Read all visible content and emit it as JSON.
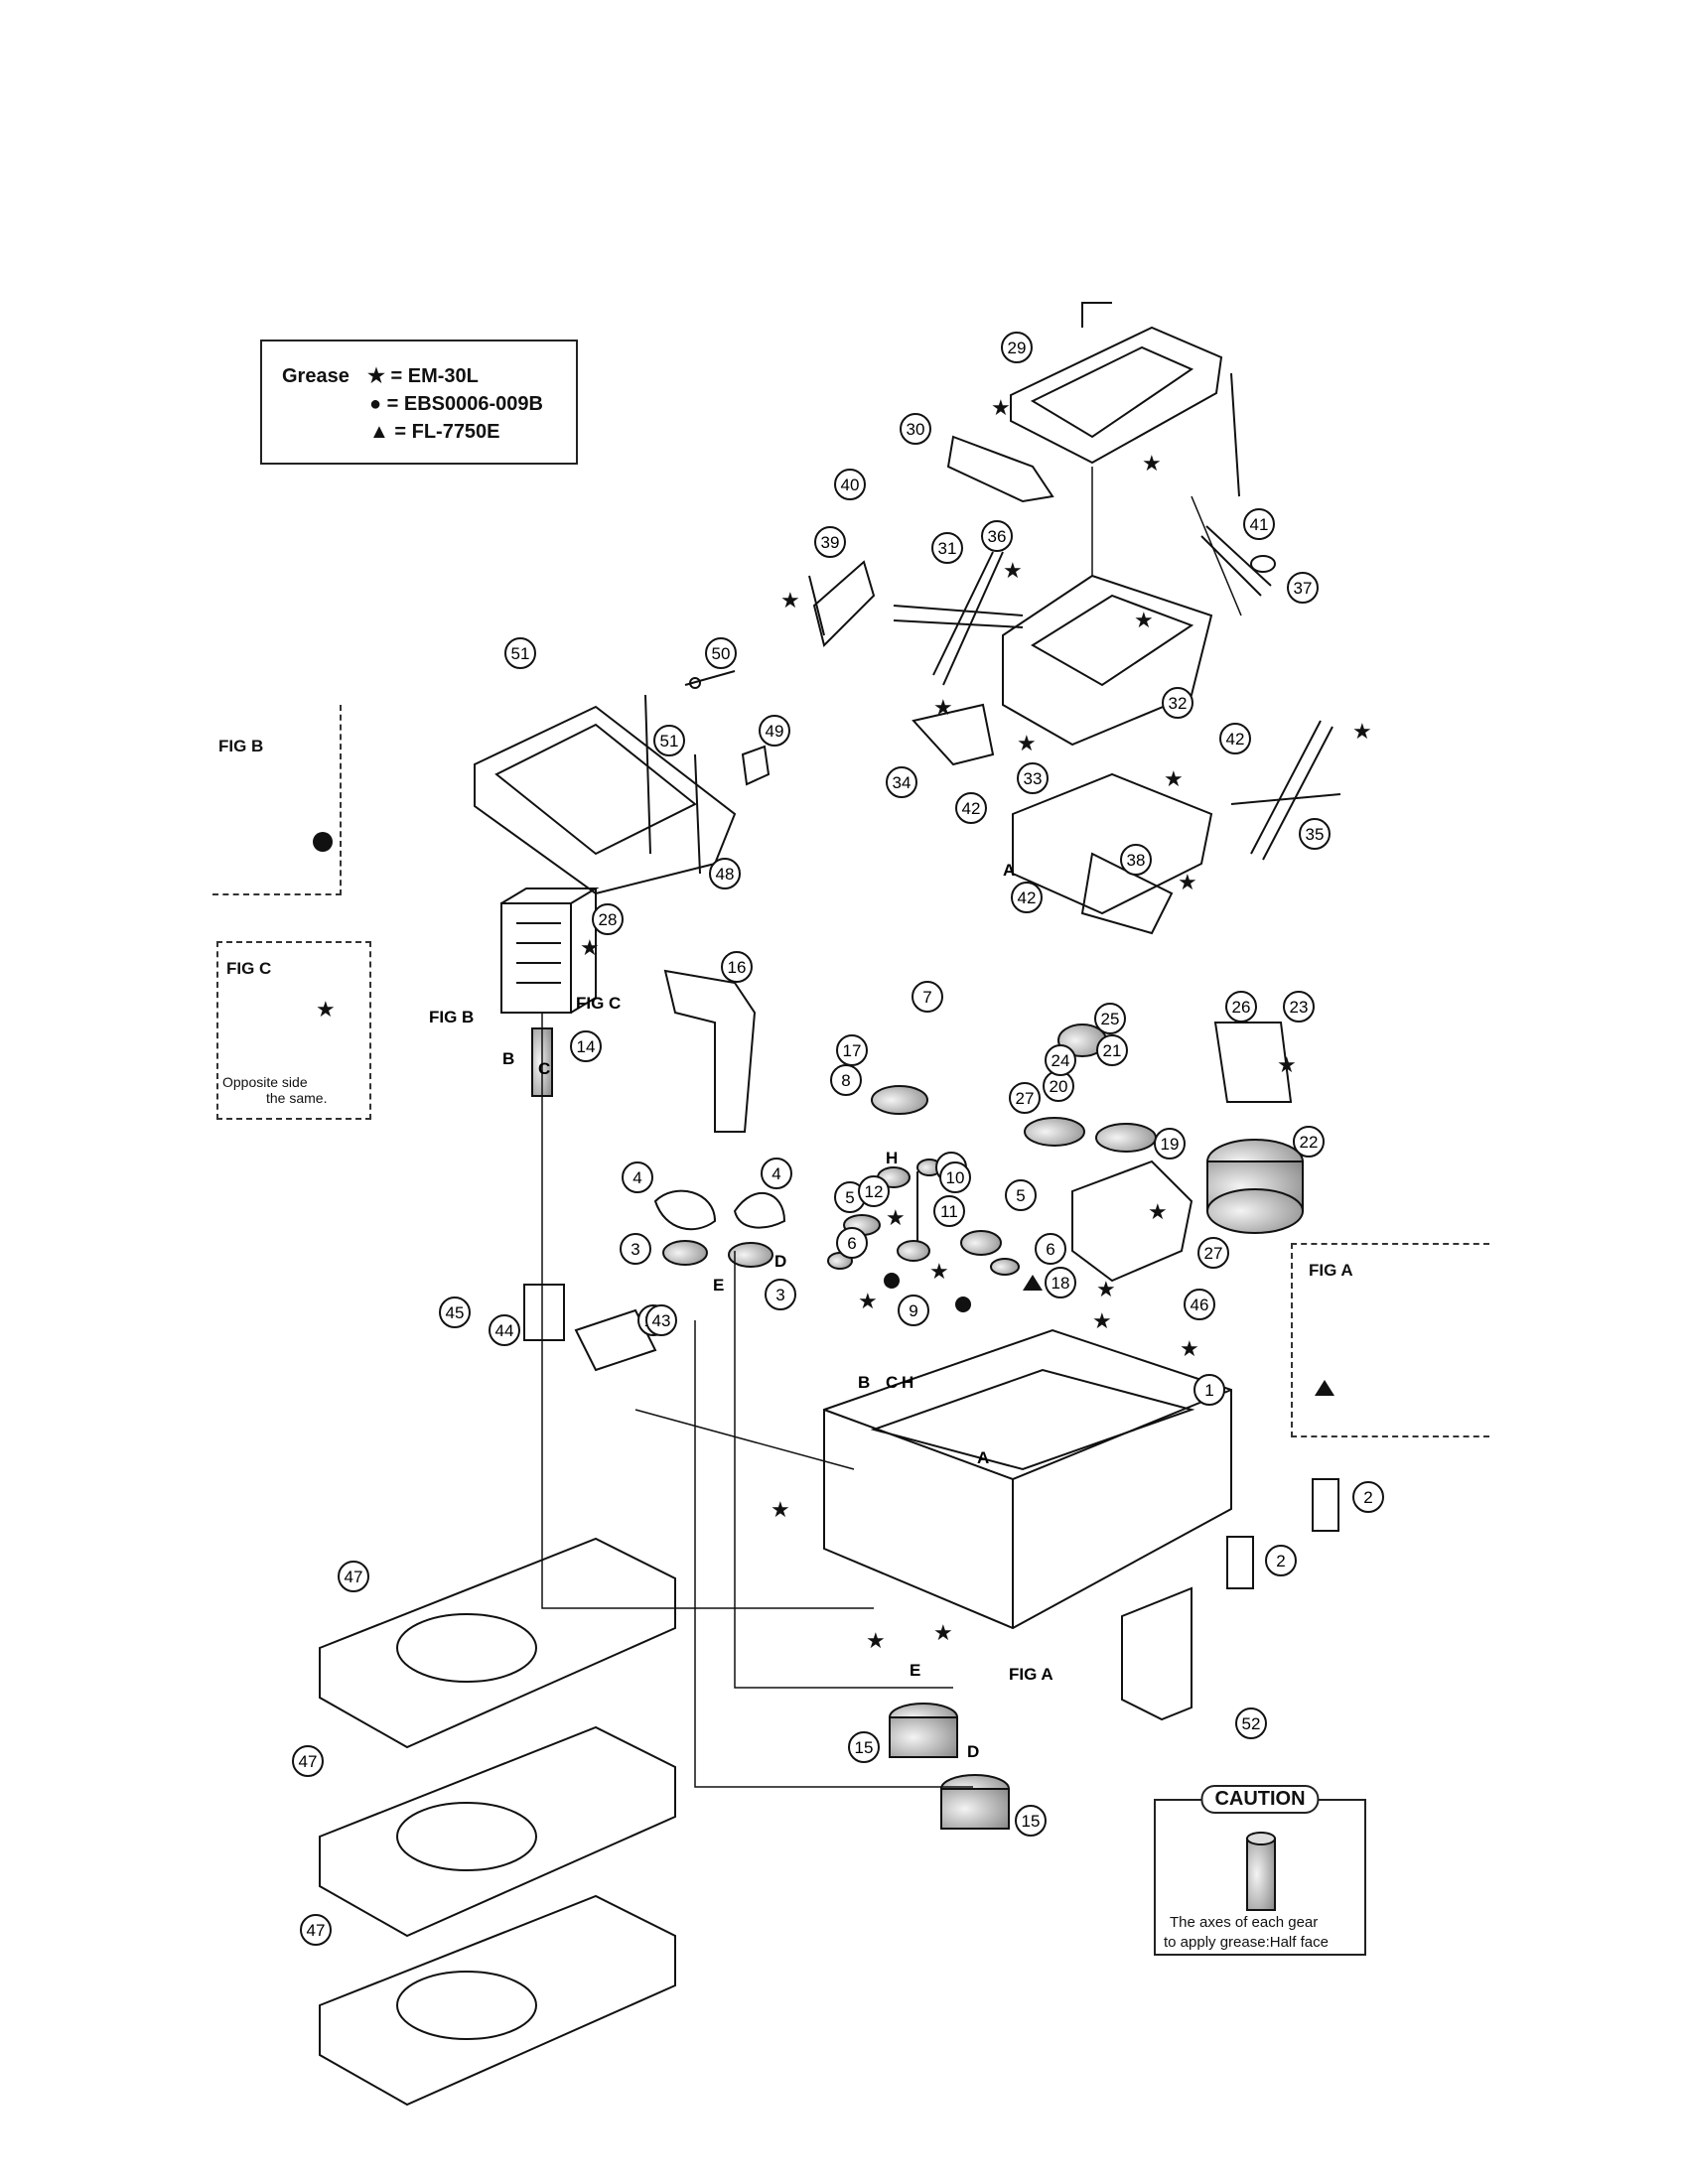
{
  "legend": {
    "title": "Grease",
    "entries": [
      {
        "symbol": "star-icon",
        "text": "= EM-30L"
      },
      {
        "symbol": "dot-icon",
        "text": "= EBS0006-009B"
      },
      {
        "symbol": "triangle-icon",
        "text": "= FL-7750E"
      }
    ]
  },
  "figures": {
    "fig_b": "FIG B",
    "fig_c": "FIG C",
    "fig_a": "FIG A",
    "fig_c_note_1": "Opposite side",
    "fig_c_note_2": "the same."
  },
  "caution": {
    "title": "CAUTION",
    "line1": "The axes of each gear",
    "line2": "to apply grease:Half face"
  },
  "callouts": [
    "1",
    "2",
    "2",
    "3",
    "3",
    "4",
    "4",
    "5",
    "5",
    "6",
    "6",
    "6",
    "7",
    "8",
    "9",
    "10",
    "11",
    "12",
    "13",
    "14",
    "15",
    "15",
    "16",
    "17",
    "18",
    "19",
    "20",
    "21",
    "22",
    "23",
    "24",
    "25",
    "26",
    "27",
    "27",
    "28",
    "29",
    "30",
    "31",
    "32",
    "33",
    "34",
    "35",
    "36",
    "37",
    "38",
    "39",
    "40",
    "41",
    "42",
    "42",
    "42",
    "43",
    "44",
    "45",
    "46",
    "47",
    "47",
    "47",
    "48",
    "49",
    "50",
    "51",
    "51",
    "52"
  ],
  "letters": [
    "A",
    "A",
    "B",
    "B",
    "C",
    "C",
    "D",
    "D",
    "E",
    "E",
    "H",
    "H"
  ],
  "inline_labels": {
    "fig_b_ref": "FIG B",
    "fig_c_ref": "FIG C",
    "fig_a_ref": "FIG A"
  }
}
